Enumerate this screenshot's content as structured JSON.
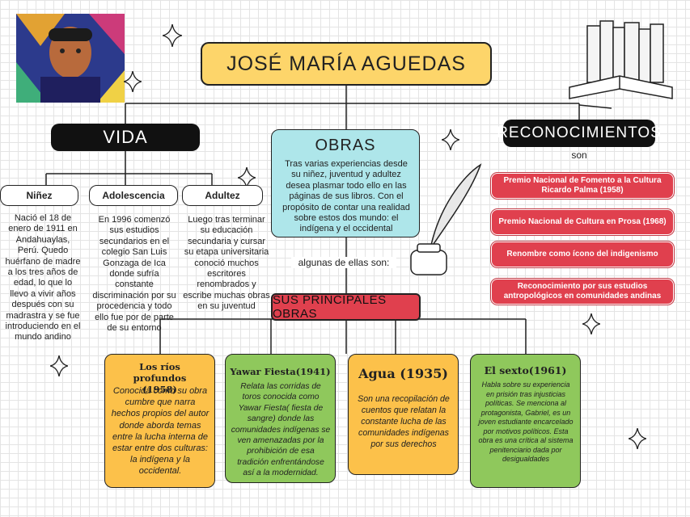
{
  "title": "JOSÉ MARÍA AGUEDAS",
  "vida": {
    "label": "VIDA",
    "items": [
      {
        "label": "Niñez",
        "text": "Nació el 18 de enero de 1911 en Andahuaylas, Perú. Quedo huérfano de madre a los tres años de edad, lo que lo llevo a vivir años después con su madrastra y se fue introduciendo en el mundo andino"
      },
      {
        "label": "Adolescencia",
        "text": "En 1996 comenzó sus estudios secundarios en el colegio San Luis Gonzaga de Ica donde sufría constante discriminación por su procedencia y todo ello fue por de parte de su entorno"
      },
      {
        "label": "Adultez",
        "text": "Luego tras terminar su educación secundaria y cursar su etapa universitaria conoció muchos escritores renombrados y escribe muchas obras en su juventud"
      }
    ]
  },
  "obras": {
    "label": "OBRAS",
    "text": "Tras varias experiencias desde su niñez, juventud y adultez desea plasmar todo ello en las páginas de sus libros. Con el propósito de contar una realidad sobre estos dos mundo: el indígena y el occidental",
    "connector": "algunas de ellas son:"
  },
  "reconocimientos": {
    "label": "RECONOCIMIENTOS",
    "connector": "son",
    "items": [
      "Premio Nacional de Fomento a la Cultura Ricardo Palma (1958)",
      "Premio Nacional de Cultura en Prosa (1968)",
      "Renombre como ícono del indigenismo",
      "Reconocimiento por sus estudios antropológicos en comunidades andinas"
    ]
  },
  "principales": {
    "label": "SUS PRINCIPALES OBRAS",
    "works": [
      {
        "title": "Los ríos profundos (1958)",
        "text": "Conocida como su obra cumbre que narra hechos propios del autor donde aborda temas entre la lucha interna de estar entre dos culturas: la indígena y la occidental."
      },
      {
        "title": "Yawar Fiesta(1941)",
        "text": "Relata las corridas de toros conocida como Yawar Fiesta( fiesta de sangre) donde las comunidades indígenas se ven amenazadas por la prohibición de esa tradición enfrentándose así a la modernidad."
      },
      {
        "title": "Agua (1935)",
        "text": "Son una recopilación de cuentos que relatan la constante lucha de las comunidades indígenas por sus derechos"
      },
      {
        "title": "El sexto(1961)",
        "text": "Habla sobre su experiencia en prisión tras injusticias políticas. Se menciona al protagonista, Gabriel, es un joven estudiante encarcelado por motivos políticos. Esta obra es una crítica al sistema penitenciario dada por desigualdades"
      }
    ]
  },
  "colors": {
    "title_bg": "#fdd56a",
    "obras_bg": "#aee6ea",
    "red": "#e0404e",
    "yellow": "#fcc14a",
    "green": "#8fc85c"
  }
}
